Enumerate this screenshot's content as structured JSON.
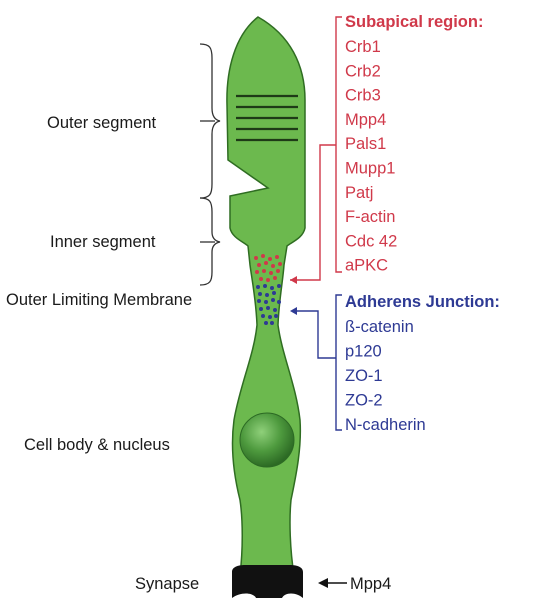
{
  "labels": {
    "outer_segment": "Outer segment",
    "inner_segment": "Inner segment",
    "olm": "Outer Limiting Membrane",
    "cell_body": "Cell body & nucleus",
    "synapse": "Synapse",
    "synapse_protein": "Mpp4"
  },
  "subapical": {
    "title": "Subapical region:",
    "color": "#d0394a",
    "items": [
      "Crb1",
      "Crb2",
      "Crb3",
      "Mpp4",
      "Pals1",
      "Mupp1",
      "Patj",
      "F-actin",
      "Cdc 42",
      "aPKC"
    ]
  },
  "adherens": {
    "title": "Adherens Junction:",
    "color": "#2e3a94",
    "items": [
      "ß-catenin",
      "p120",
      "ZO-1",
      "ZO-2",
      "N-cadherin"
    ]
  },
  "colors": {
    "cell_fill": "#6cb94e",
    "cell_stroke": "#2f6d22",
    "synapse": "#111111",
    "nucleus": "#3f8a35"
  },
  "icons": [
    "outer-segment-brace-icon",
    "inner-segment-brace-icon",
    "arrow-left-icon"
  ]
}
